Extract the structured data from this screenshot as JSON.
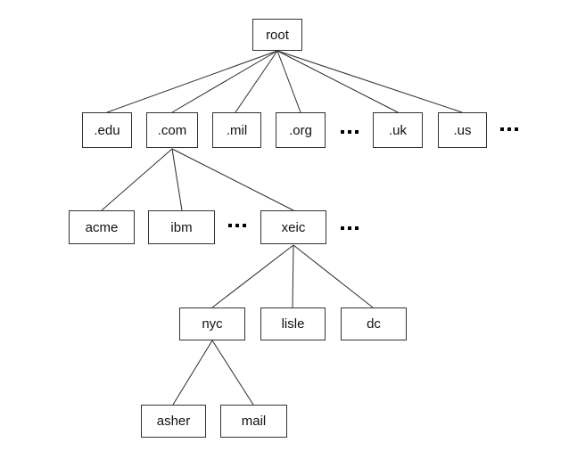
{
  "tree": {
    "root": {
      "label": "root"
    },
    "tld": {
      "edu": ".edu",
      "com": ".com",
      "mil": ".mil",
      "org": ".org",
      "uk": ".uk",
      "us": ".us"
    },
    "com_children": {
      "acme": "acme",
      "ibm": "ibm",
      "xeic": "xeic"
    },
    "xeic_children": {
      "nyc": "nyc",
      "lisle": "lisle",
      "dc": "dc"
    },
    "nyc_children": {
      "asher": "asher",
      "mail": "mail"
    }
  }
}
